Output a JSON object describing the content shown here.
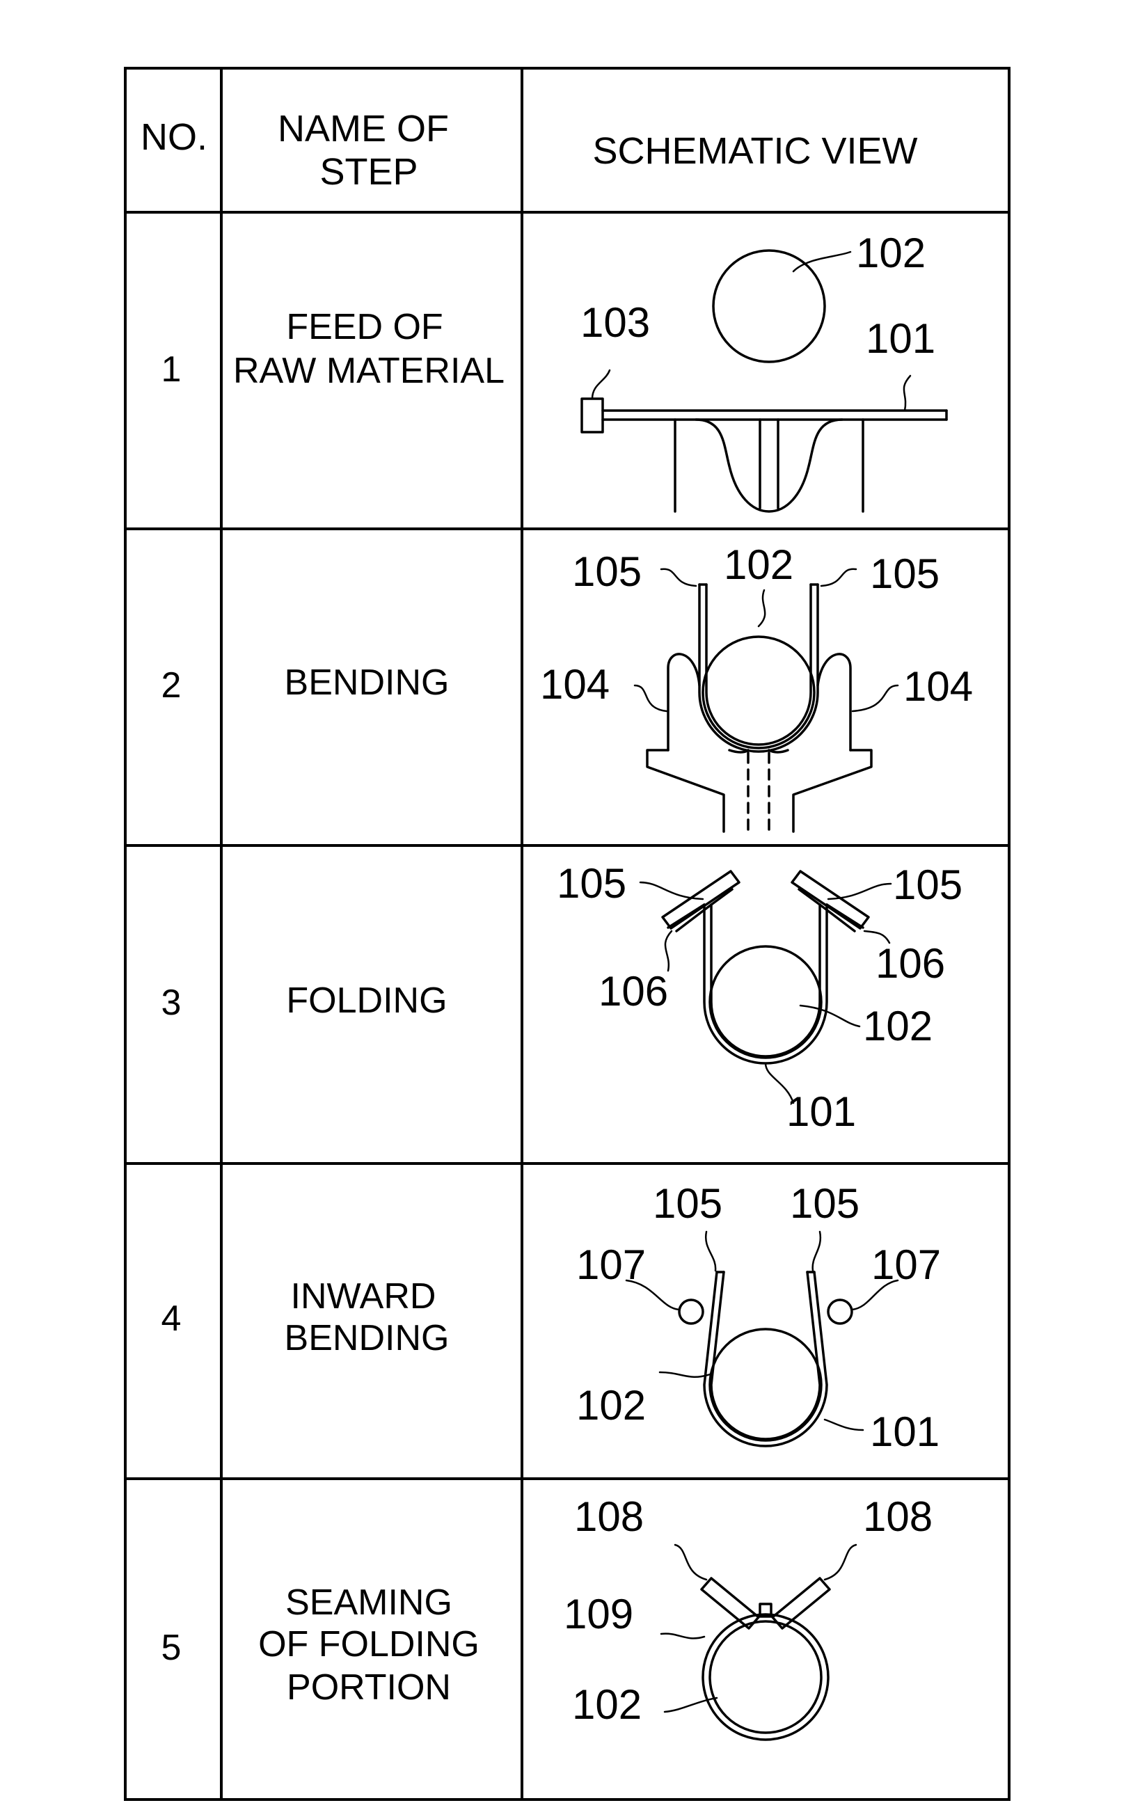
{
  "table": {
    "header": {
      "no": "NO.",
      "name_line1": "NAME OF",
      "name_line2": "STEP",
      "view": "SCHEMATIC VIEW"
    },
    "rows": [
      {
        "no": "1",
        "name": [
          "FEED OF",
          "RAW MATERIAL"
        ]
      },
      {
        "no": "2",
        "name": [
          "BENDING"
        ]
      },
      {
        "no": "3",
        "name": [
          "FOLDING"
        ]
      },
      {
        "no": "4",
        "name": [
          "INWARD",
          "BENDING"
        ]
      },
      {
        "no": "5",
        "name": [
          "SEAMING",
          "OF FOLDING",
          "PORTION"
        ]
      }
    ]
  },
  "labels": {
    "r1": {
      "a": "102",
      "b": "103",
      "c": "101"
    },
    "r2": {
      "a": "105",
      "b": "102",
      "c": "105",
      "d": "104",
      "e": "104"
    },
    "r3": {
      "a": "105",
      "b": "105",
      "c": "106",
      "d": "106",
      "e": "102",
      "f": "101"
    },
    "r4": {
      "a": "105",
      "b": "105",
      "c": "107",
      "d": "107",
      "e": "102",
      "f": "101"
    },
    "r5": {
      "a": "108",
      "b": "108",
      "c": "109",
      "d": "102"
    }
  }
}
